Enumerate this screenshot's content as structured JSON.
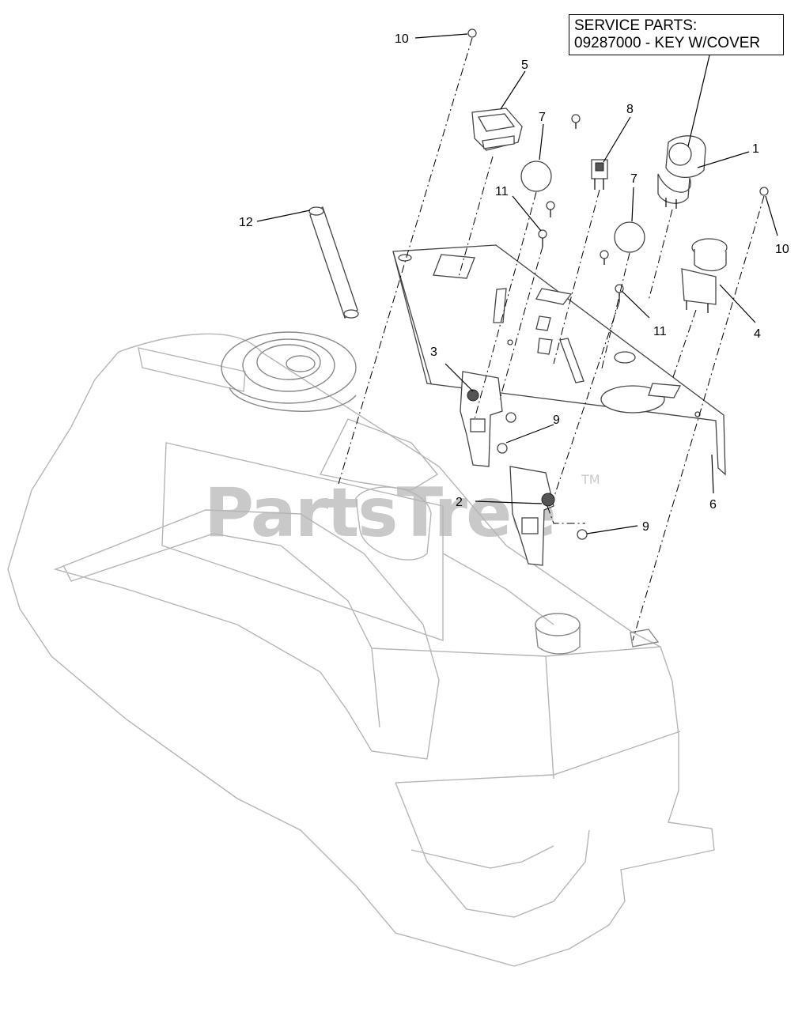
{
  "service_parts": {
    "line1": "SERVICE PARTS:",
    "line2": "09287000 - KEY W/COVER"
  },
  "watermark": {
    "text": "PartsTree",
    "trademark": "TM"
  },
  "callouts": [
    {
      "id": "c10a",
      "label": "10"
    },
    {
      "id": "c5",
      "label": "5"
    },
    {
      "id": "c7a",
      "label": "7"
    },
    {
      "id": "c8",
      "label": "8"
    },
    {
      "id": "c1",
      "label": "1"
    },
    {
      "id": "c11a",
      "label": "11"
    },
    {
      "id": "c12",
      "label": "12"
    },
    {
      "id": "c7b",
      "label": "7"
    },
    {
      "id": "c10b",
      "label": "10"
    },
    {
      "id": "c11b",
      "label": "11"
    },
    {
      "id": "c4",
      "label": "4"
    },
    {
      "id": "c3",
      "label": "3"
    },
    {
      "id": "c9a",
      "label": "9"
    },
    {
      "id": "c6",
      "label": "6"
    },
    {
      "id": "c2",
      "label": "2"
    },
    {
      "id": "c9b",
      "label": "9"
    }
  ]
}
